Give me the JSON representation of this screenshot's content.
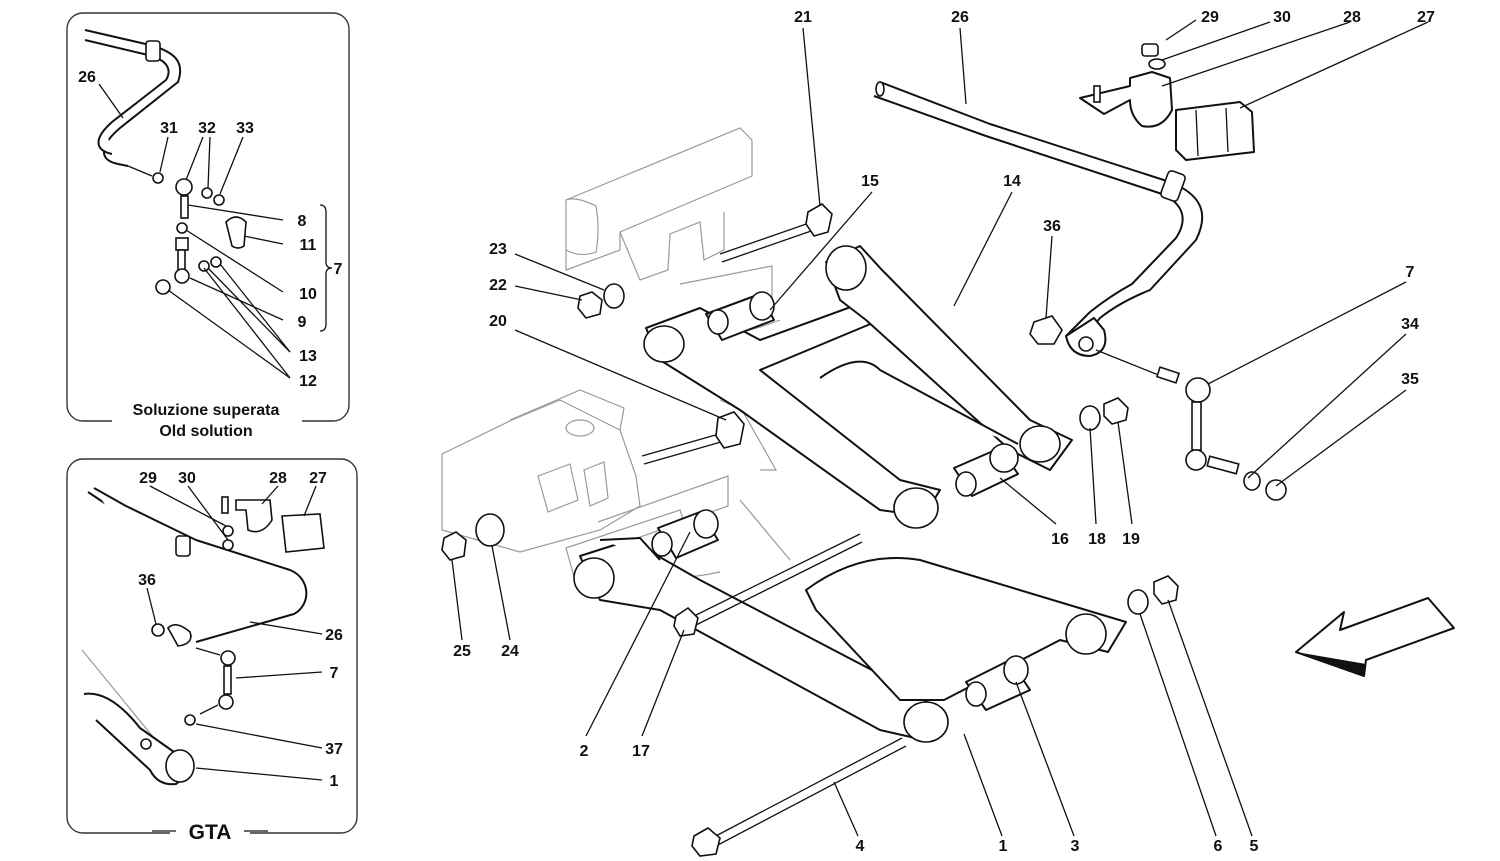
{
  "panels": {
    "old_solution": {
      "caption_it": "Soluzione superata",
      "caption_en": "Old solution",
      "callouts": [
        "26",
        "31",
        "32",
        "33",
        "8",
        "11",
        "10",
        "9",
        "13",
        "12",
        "7"
      ]
    },
    "gta": {
      "caption": "GTA",
      "callouts": [
        "29",
        "30",
        "28",
        "27",
        "36",
        "26",
        "7",
        "37",
        "1"
      ]
    }
  },
  "main": {
    "callouts": [
      "21",
      "26",
      "29",
      "30",
      "28",
      "27",
      "15",
      "14",
      "36",
      "23",
      "22",
      "20",
      "7",
      "34",
      "35",
      "16",
      "18",
      "19",
      "25",
      "24",
      "2",
      "17",
      "4",
      "1",
      "3",
      "6",
      "5"
    ]
  },
  "icons": {
    "direction_arrow": "forward-direction-arrow-icon"
  }
}
